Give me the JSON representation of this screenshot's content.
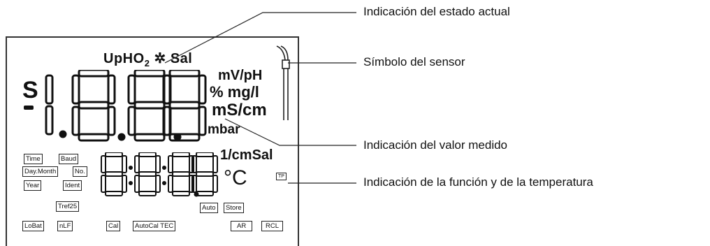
{
  "callouts": {
    "status": "Indicación del estado actual",
    "sensor": "Símbolo del sensor",
    "measured": "Indicación del valor medido",
    "function_temp": "Indicación de la función y de la temperatura"
  },
  "display": {
    "status_row": {
      "up": "Up",
      "h": "H",
      "o2": "O",
      "o2_sub": "2",
      "sal": "Sal"
    },
    "s_indicator": "S",
    "minus": "-",
    "units": {
      "mv_ph": "mV/pH",
      "pct_mgl": "% mg/l",
      "ms_cm": "mS/cm",
      "mbar": "mbar",
      "per_cm_sal": "1/cmSal",
      "deg_c": "°C"
    },
    "sensor_tag": "TP",
    "labels": {
      "time": "Time",
      "baud": "Baud",
      "day_month": "Day.Month",
      "no": "No.",
      "year": "Year",
      "ident": "Ident",
      "tref25": "Tref25",
      "auto": "Auto",
      "store": "Store",
      "lobat": "LoBat",
      "nlf": "nLF",
      "cal": "Cal",
      "autocaltec": "AutoCal TEC",
      "ar": "AR",
      "rcl": "RCL"
    }
  }
}
